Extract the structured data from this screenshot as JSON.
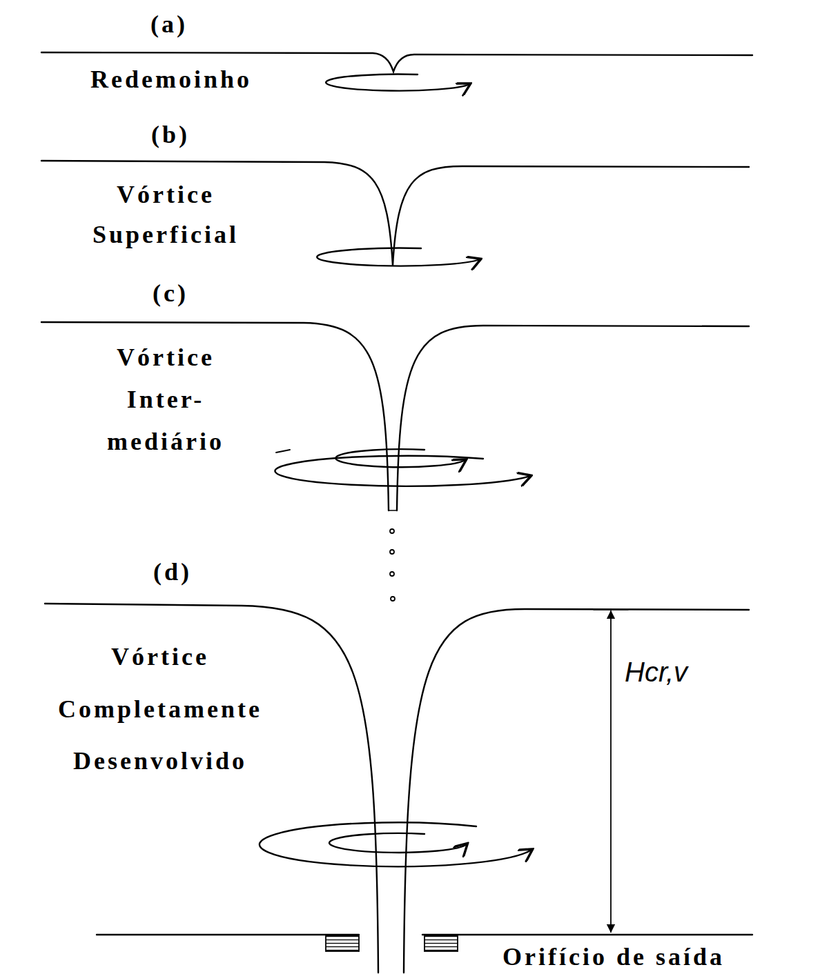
{
  "diagram": {
    "labels": [
      "(a)",
      "Redemoinho",
      "(b)",
      "Vórtice Superficial",
      "(c)",
      "Vórtice Inter- mediário",
      "(d)",
      "Vórtice Completamente Desenvolvido",
      "Hcr,v",
      "Orifício de saída"
    ]
  }
}
